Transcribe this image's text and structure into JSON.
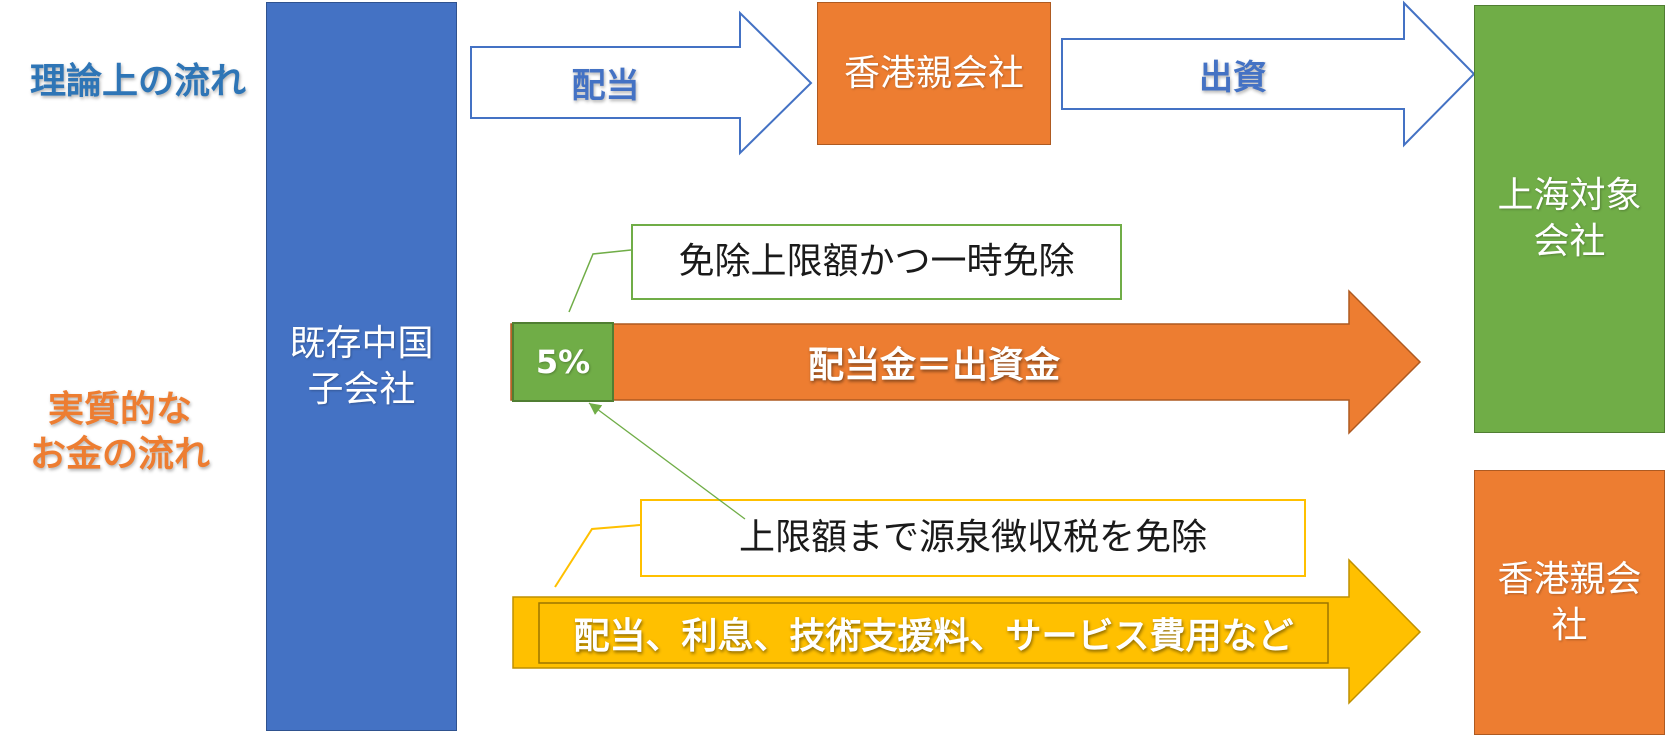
{
  "colors": {
    "blue": "#4472C4",
    "orange": "#ED7D31",
    "green": "#70AD47",
    "gold": "#FFC000",
    "label_blue": "#2E75B6"
  },
  "side_labels": {
    "theoretical_flow": "理論上の流れ",
    "actual_money_flow": [
      "実質的な",
      "お金の流れ"
    ]
  },
  "nodes": {
    "china_subsidiary": [
      "既存中国",
      "子会社"
    ],
    "hk_parent_top": "香港親会社",
    "shanghai_target": [
      "上海対象",
      "会社"
    ],
    "hk_parent_bottom": [
      "香港親会",
      "社"
    ]
  },
  "arrows": {
    "top_left": "配当",
    "top_right": "出資",
    "middle": "配当金＝出資金",
    "bottom": "配当、利息、技術支援料、サービス費用など"
  },
  "badge": "5%",
  "callouts": {
    "middle": "免除上限額かつ一時免除",
    "bottom": "上限額まで源泉徴収税を免除"
  }
}
